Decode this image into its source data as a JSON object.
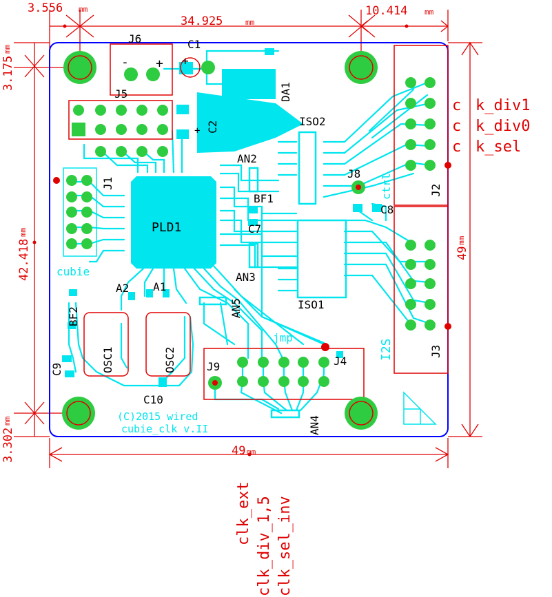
{
  "colors": {
    "dimension": "#e00000",
    "silk": "#00e5ee",
    "pad": "#2ecc40",
    "outline": "#0000ff",
    "text": "#000000",
    "board_bg": "#ffffff"
  },
  "dimensions": {
    "d_top_left": "3.556",
    "d_top_mid": "34.925",
    "d_top_right": "10.414",
    "d_left_top": "3.175",
    "d_left_mid": "42.418",
    "d_left_bottom": "3.302",
    "d_bottom": "49",
    "d_right": "49",
    "unit": "mm"
  },
  "components": {
    "j6": "J6",
    "c1": "C1",
    "da1": "DA1",
    "j5": "J5",
    "c2": "C2",
    "iso2": "ISO2",
    "an2": "AN2",
    "j8": "J8",
    "bf1": "BF1",
    "c8": "C8",
    "c7": "C7",
    "j1": "J1",
    "pld1": "PLD1",
    "an3": "AN3",
    "iso1": "ISO1",
    "cubie": "cubie",
    "a2": "A2",
    "a1": "A1",
    "bf2": "BF2",
    "an5": "AN5",
    "osc1": "OSC1",
    "osc2": "OSC2",
    "c9": "C9",
    "c10": "C10",
    "jmp": "jmp",
    "j9": "J9",
    "j4": "J4",
    "an4": "AN4",
    "j2": "J2",
    "j3": "J3",
    "ctrl": "ctrl",
    "i2s": "I2S"
  },
  "copyright": "(C)2015 wired",
  "board_name": "cubie_clk v.II",
  "signals_right": [
    "k_div1",
    "k_div0",
    "k_sel"
  ],
  "signals_bottom": [
    "clk_ext",
    "clk_div_1,5",
    "clk_sel_inv"
  ],
  "polarity": {
    "plus": "+",
    "minus": "-"
  }
}
